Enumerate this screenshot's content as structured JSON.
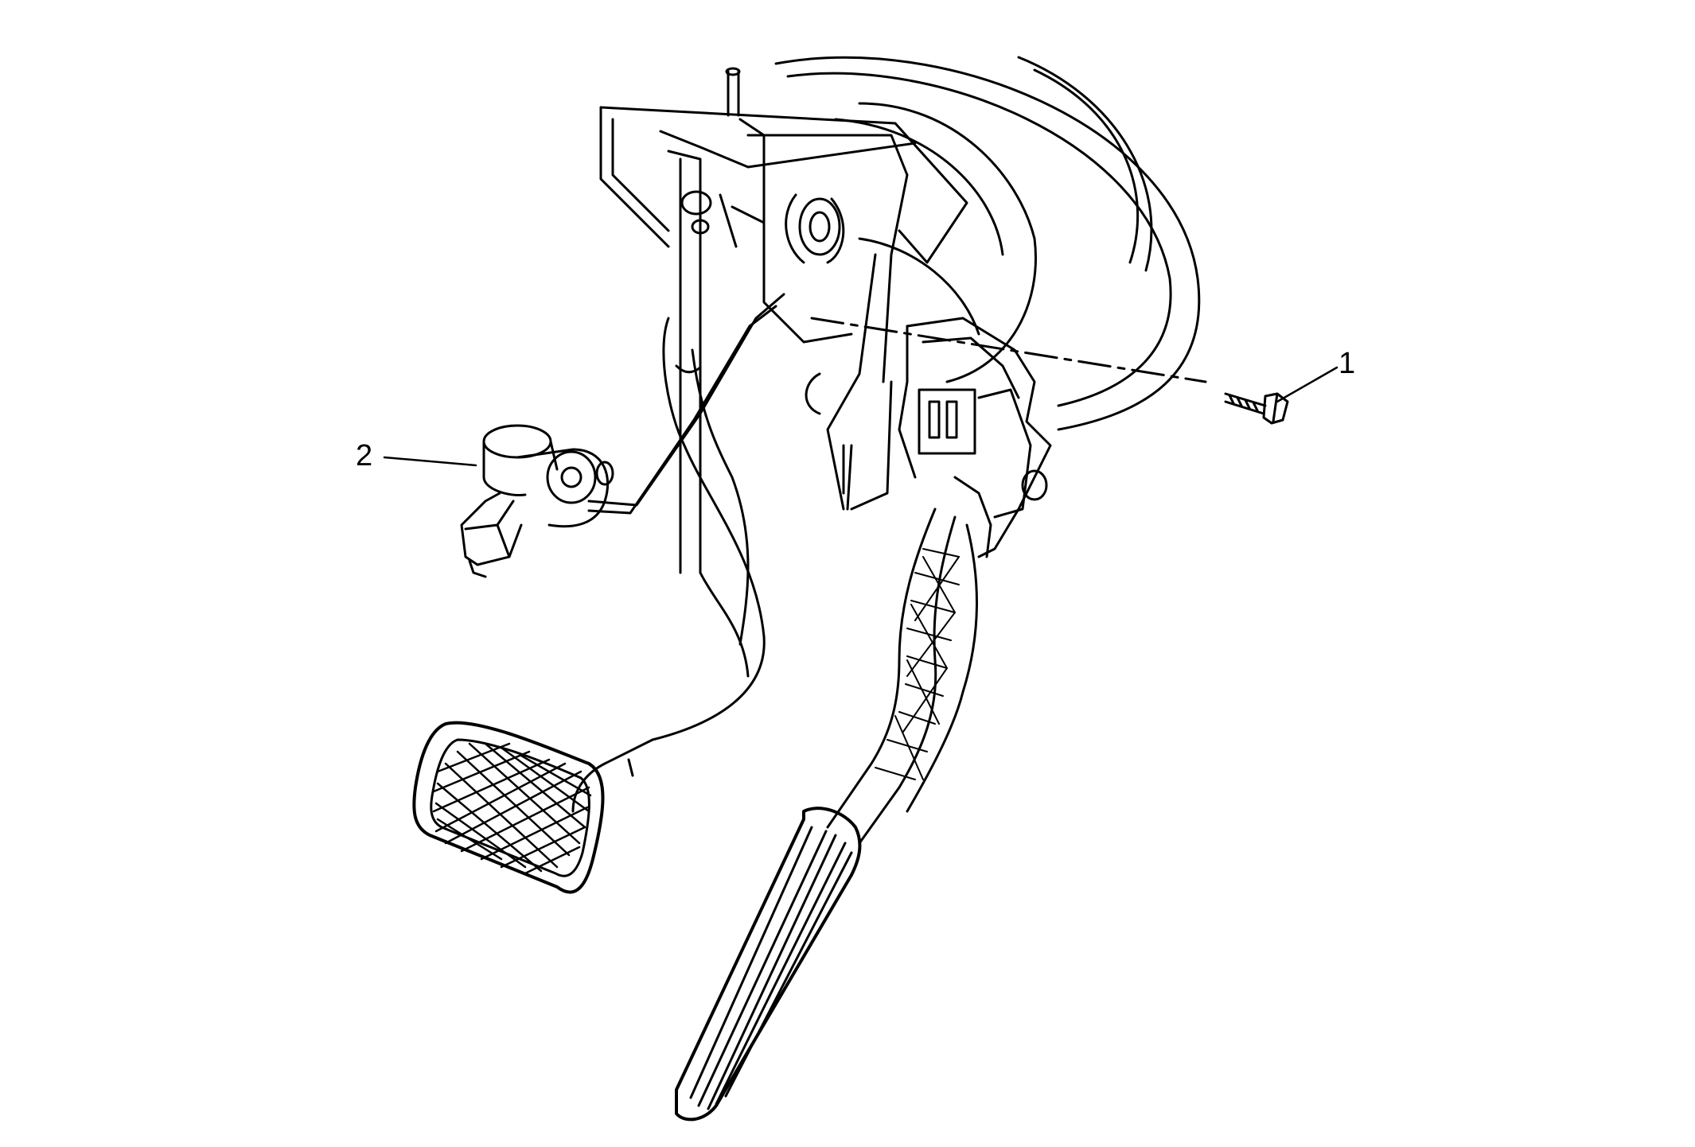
{
  "callouts": [
    {
      "number": "1",
      "target": "fastener"
    },
    {
      "number": "2",
      "target": "sensor"
    }
  ],
  "colors": {
    "line": "#000000",
    "background": "#ffffff"
  }
}
